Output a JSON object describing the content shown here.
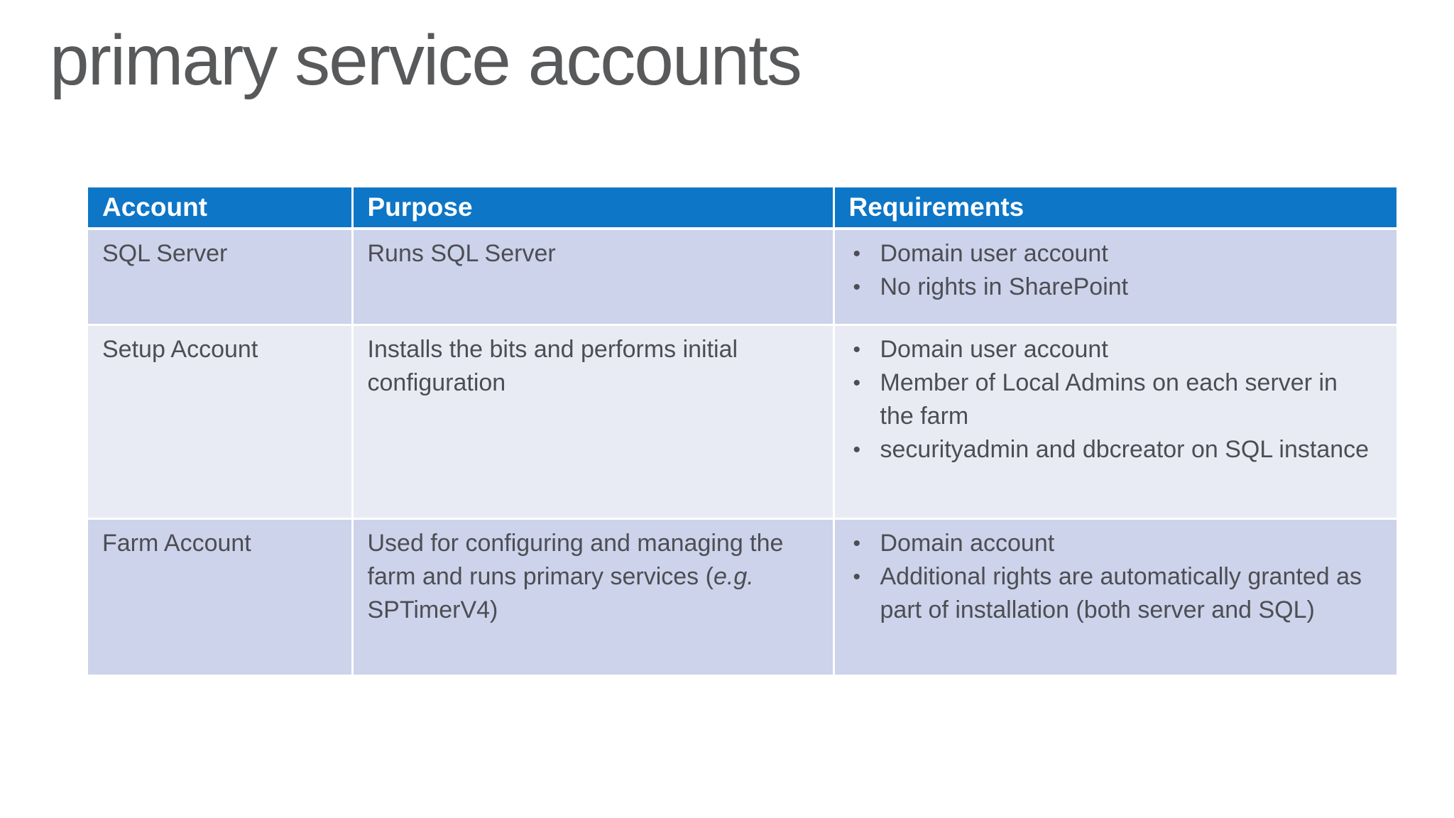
{
  "page": {
    "title": "primary service accounts"
  },
  "colors": {
    "header_bg": "#0d76c7",
    "row_band_dark": "#ccd3ea",
    "row_band_light": "#e9ebf4",
    "header_text": "#ffffff",
    "body_text": "#4c4e54",
    "title_text": "#58595b",
    "background": "#ffffff"
  },
  "table": {
    "headers": [
      "Account",
      "Purpose",
      "Requirements"
    ],
    "rows": [
      {
        "account": "SQL Server",
        "purpose": "Runs SQL Server",
        "requirements": [
          "Domain user account",
          "No rights in SharePoint"
        ]
      },
      {
        "account": "Setup Account",
        "purpose": "Installs the bits and performs initial configuration",
        "requirements": [
          "Domain user account",
          "Member of Local Admins on each server in the farm",
          "securityadmin and dbcreator on SQL instance"
        ]
      },
      {
        "account": "Farm Account",
        "purpose_prefix": "Used for configuring and managing the farm and runs primary services (",
        "purpose_italic": "e.g.",
        "purpose_suffix": " SPTimerV4)",
        "requirements": [
          "Domain account",
          "Additional rights are automatically granted as part of installation (both server and SQL)"
        ]
      }
    ]
  }
}
